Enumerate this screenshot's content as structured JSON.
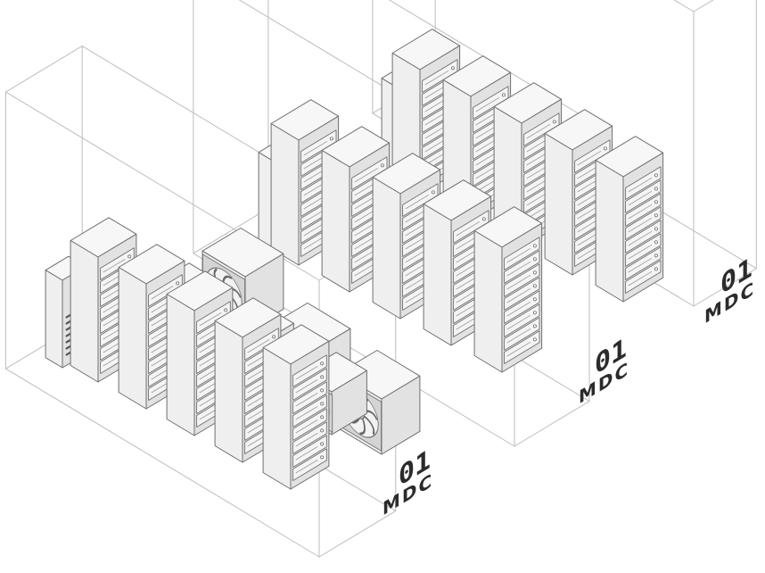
{
  "modules": [
    {
      "number": "01",
      "brand": "MDC"
    },
    {
      "number": "01",
      "brand": "MDC"
    },
    {
      "number": "01",
      "brand": "MDC"
    }
  ],
  "colors": {
    "background": "#ffffff",
    "outline": "#6f6f6f",
    "enclosure": "#bdbdbd",
    "face_top": "#f7f7f7",
    "face_left": "#efefef",
    "face_right": "#e2e2e2",
    "label": "#2b2b2b"
  },
  "icons": [
    "server-rack",
    "air-conditioner-unit",
    "cooling-fan"
  ]
}
